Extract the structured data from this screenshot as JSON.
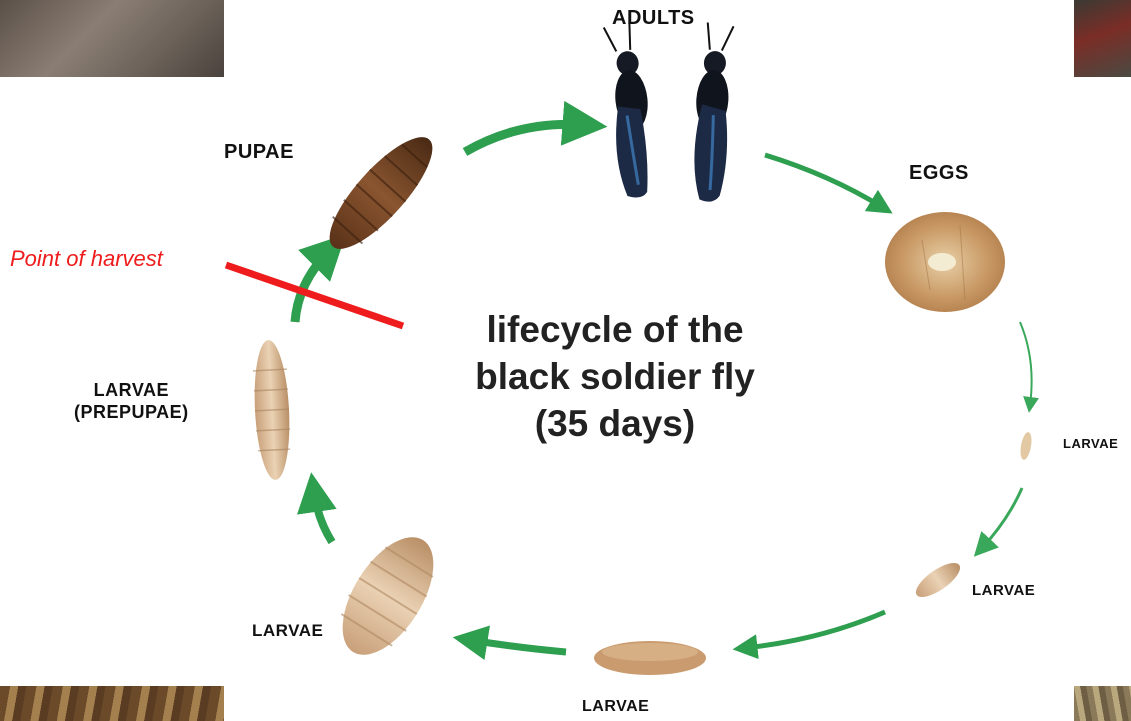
{
  "title": {
    "line1": "lifecycle of the",
    "line2": "black soldier fly",
    "line3": "(35 days)"
  },
  "stages": {
    "adults": "ADULTS",
    "eggs": "EGGS",
    "larvae_1": "LARVAE",
    "larvae_2": "LARVAE",
    "larvae_3": "LARVAE",
    "larvae_4": "LARVAE",
    "prepupae_line1": "LARVAE",
    "prepupae_line2": "(PREPUPAE)",
    "pupae": "PUPAE"
  },
  "annotation": {
    "harvest": "Point of harvest",
    "color": "#ee1c1c"
  },
  "colors": {
    "arrow": "#2e9e4f",
    "arrow_thin": "#3aa85a"
  }
}
